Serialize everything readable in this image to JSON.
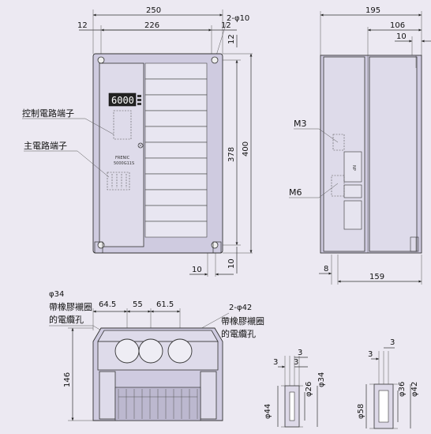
{
  "front_view": {
    "dims": {
      "overall_width": "250",
      "inner_width": "226",
      "left_margin": "12",
      "right_margin": "12",
      "top_margin": "12",
      "mount_holes": "2-φ10",
      "inner_height": "378",
      "overall_height": "400",
      "bottom_offset": "10",
      "bottom_hole": "10"
    },
    "panel": {
      "display_digits": "6000",
      "brand": "FRENIC",
      "model": "5000G11S"
    },
    "callouts": {
      "control_terminal": "控制電路端子",
      "main_terminal": "主電路端子"
    }
  },
  "side_view": {
    "dims": {
      "depth": "195",
      "rear": "106",
      "rear_small": "10",
      "front_step": "8",
      "lower_depth": "159"
    },
    "callouts": {
      "m3": "M3",
      "m6": "M6",
      "np": "NP"
    }
  },
  "bottom_view": {
    "dims": {
      "gap_left": "64.5",
      "gap_mid": "55",
      "gap_right": "61.5",
      "height": "146"
    },
    "callouts": {
      "hole_single_dia": "φ34",
      "hole_single_text_1": "帶橡膠襯圈",
      "hole_single_text_2": "的電纜孔",
      "hole_pair_dia": "2-φ42",
      "hole_pair_text_1": "帶橡膠襯圈",
      "hole_pair_text_2": "的電纜孔"
    }
  },
  "grommet_small": {
    "dims": {
      "w1": "3",
      "w2": "3",
      "w3": "3",
      "inner": "φ26",
      "outer": "φ34",
      "flange": "φ44"
    }
  },
  "grommet_large": {
    "dims": {
      "w1": "3",
      "w2": "3",
      "inner": "φ36",
      "outer": "φ42",
      "flange": "φ58"
    }
  }
}
